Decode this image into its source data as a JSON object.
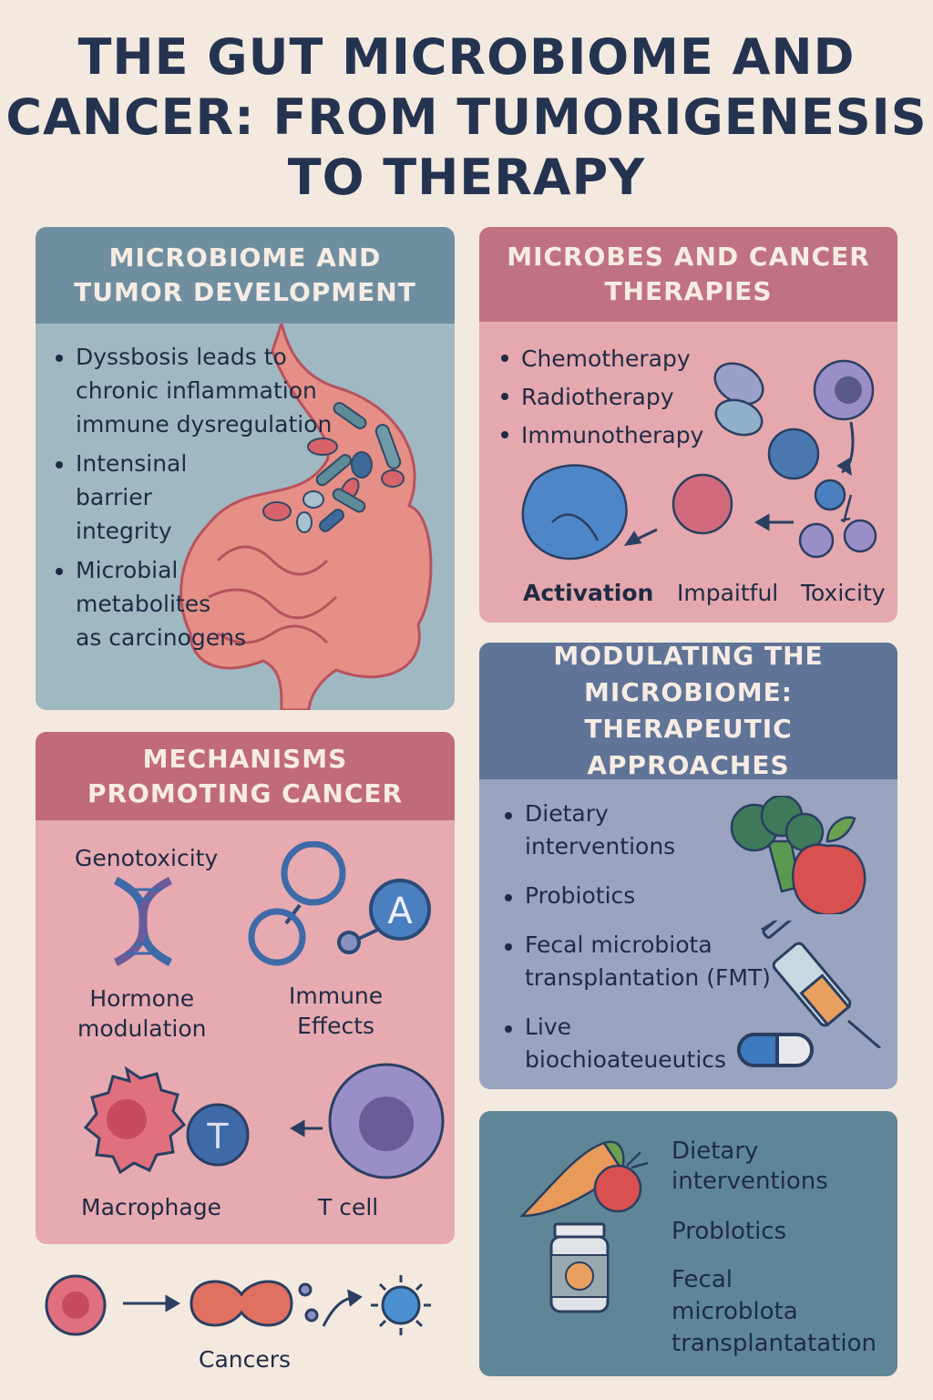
{
  "title": [
    "THE GUT MICROBIOME AND",
    "CANCER: FROM TUMORIGENESIS",
    "TO THERAPY"
  ],
  "panel_tumor": {
    "header": [
      "MICROBIOME AND",
      "TUMOR DEVELOPMENT"
    ],
    "bullets": [
      [
        "Dyssbosis leads to",
        "chronic inflammation",
        "immune dysregulation"
      ],
      [
        "Intensinal",
        "barrier",
        "integrity"
      ],
      [
        "Microbial",
        "metabolites",
        "as carcinogens"
      ]
    ],
    "illustration": "stomach-intestine-with-bacteria"
  },
  "panel_therapies": {
    "header": [
      "MICROBES AND CANCER",
      "THERAPIES"
    ],
    "bullets": [
      "Chemotherapy",
      "Radiotherapy",
      "Immunotherapy"
    ],
    "labels": {
      "activation": "Activation",
      "impaitful": "Impaitful",
      "toxicity": "Toxicity"
    }
  },
  "panel_mechanisms": {
    "header": [
      "MECHANISMS",
      "PROMOTING CANCER"
    ],
    "genotoxicity": "Genotoxicity",
    "hormone": [
      "Hormone",
      "modulation"
    ],
    "immune": [
      "Immune",
      "Effects"
    ],
    "a_letter": "A",
    "t_letter": "T",
    "macrophage": "Macrophage",
    "tcell": "T cell"
  },
  "cancers": {
    "label": "Cancers"
  },
  "panel_modulating": {
    "header": [
      "MODULATING THE",
      "MICROBIOME:",
      "THERAPEUTIC APPROACHES"
    ],
    "bullets": [
      [
        "Dietary",
        "interventions"
      ],
      [
        "Probiotics"
      ],
      [
        "Fecal microbiota",
        "transplantation (FMT)"
      ],
      [
        "Live",
        "biochioateueutics"
      ]
    ]
  },
  "panel_bottom": {
    "items": [
      [
        "Dietary",
        "interventions"
      ],
      [
        "Problotics"
      ],
      [
        "Fecal",
        "microblota",
        "transplantatation"
      ]
    ]
  },
  "colors": {
    "background": "#f4e9df",
    "title": "#243450",
    "tumor_header": "#6f8fa0",
    "tumor_body": "#a0b8c2",
    "therapy_header": "#c07282",
    "therapy_body": "#e4a8ae",
    "mech_header": "#c06a7c",
    "mech_body": "#e6aab0",
    "mod_header": "#5f7496",
    "mod_body": "#9aa3c0",
    "bottom": "#5f8696"
  }
}
